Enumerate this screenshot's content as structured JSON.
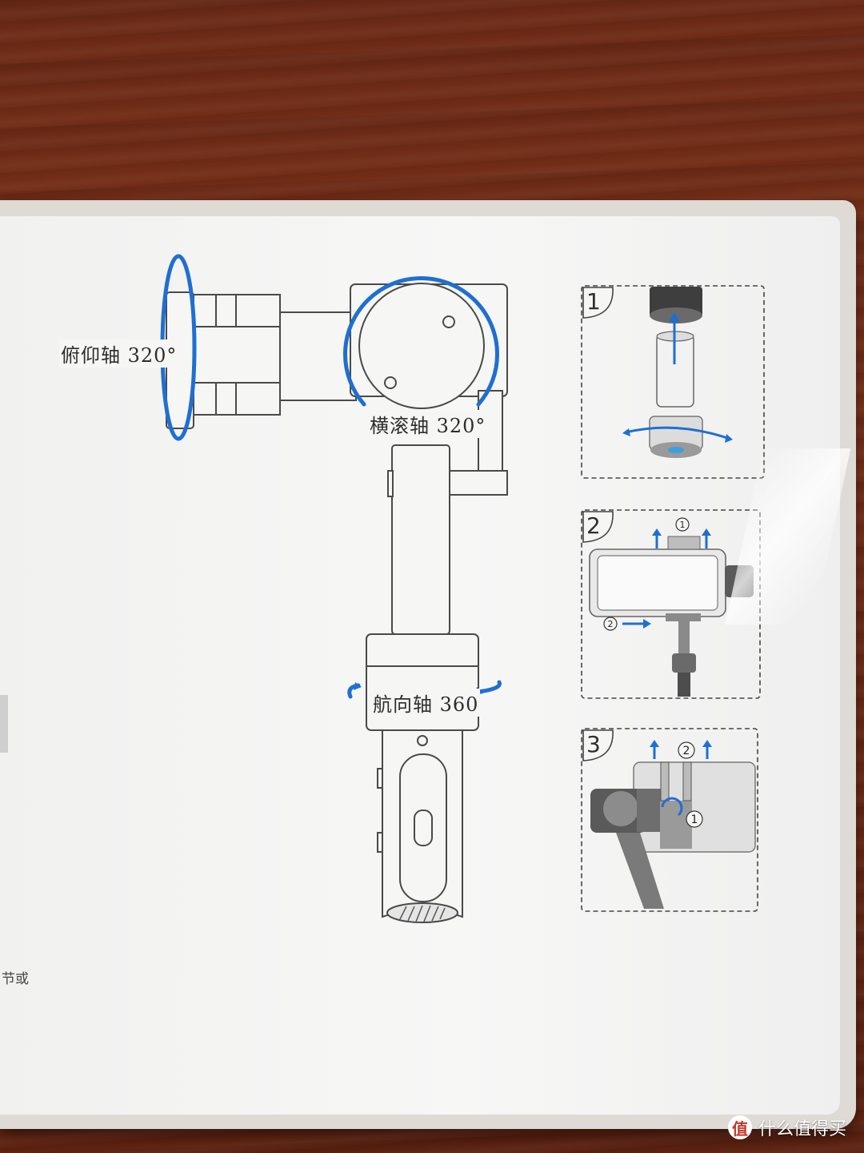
{
  "image": {
    "subject": "printed white product box",
    "background": "wooden tabletop"
  },
  "gimbal_diagram": {
    "tilt_axis_label": "俯仰轴 320°",
    "roll_axis_label": "横滚轴 320°",
    "pan_axis_label": "航向轴 360"
  },
  "steps": [
    {
      "number": "1"
    },
    {
      "number": "2",
      "markers": [
        "①",
        "②"
      ]
    },
    {
      "number": "3",
      "markers": [
        "②",
        "①"
      ]
    }
  ],
  "partial_text": "节或",
  "watermark": {
    "badge": "值",
    "text": "什么值得买"
  },
  "colors": {
    "accent_blue": "#1f6fd1",
    "line_gray": "#555555",
    "box_white": "#f6f6f5",
    "wood": "#6b2a17"
  }
}
